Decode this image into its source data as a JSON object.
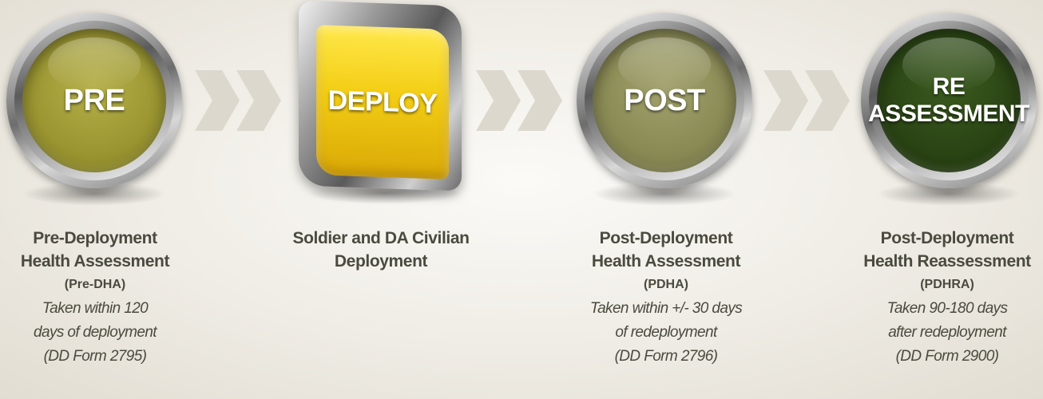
{
  "stages": [
    {
      "badge_label": "PRE",
      "title_lines": [
        "Pre-Deployment",
        "Health Assessment"
      ],
      "code": "(Pre-DHA)",
      "note_lines": [
        "Taken within 120",
        "days of deployment",
        "(DD Form 2795)"
      ]
    },
    {
      "badge_label": "DEPLOY",
      "title_lines": [
        "Soldier and DA Civilian",
        "Deployment"
      ]
    },
    {
      "badge_label": "POST",
      "title_lines": [
        "Post-Deployment",
        "Health Assessment"
      ],
      "code": "(PDHA)",
      "note_lines": [
        "Taken within +/- 30 days",
        "of redeployment",
        "(DD Form 2796)"
      ]
    },
    {
      "badge_label_lines": [
        "RE",
        "ASSESSMENT"
      ],
      "title_lines": [
        "Post-Deployment",
        "Health Reassessment"
      ],
      "code": "(PDHRA)",
      "note_lines": [
        "Taken 90-180 days",
        "after redeployment",
        "(DD Form 2900)"
      ]
    }
  ],
  "colors": {
    "pre": "#9a9530",
    "deploy": "#f3cd14",
    "post": "#8a8a55",
    "reassessment": "#2a4414",
    "chevron": "#ddd8ce",
    "caption_text": "#4a4a3e"
  },
  "icons": [
    "double-chevron-right-icon"
  ]
}
